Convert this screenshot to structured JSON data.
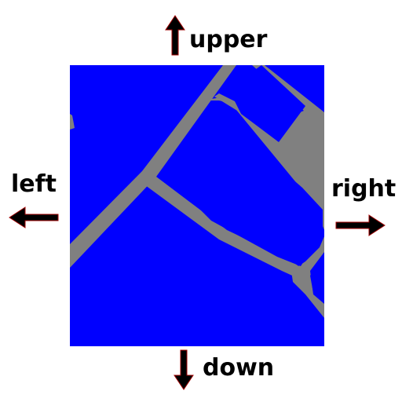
{
  "directions": {
    "upper": "upper",
    "down": "down",
    "left": "left",
    "right": "right"
  },
  "colors": {
    "water_area": "#0000ff",
    "road": "#808080",
    "arrow": "#000000",
    "arrow_outline": "#a00000"
  },
  "icons": {
    "up": "arrow-up-icon",
    "down": "arrow-down-icon",
    "left": "arrow-left-icon",
    "right": "arrow-right-icon"
  }
}
